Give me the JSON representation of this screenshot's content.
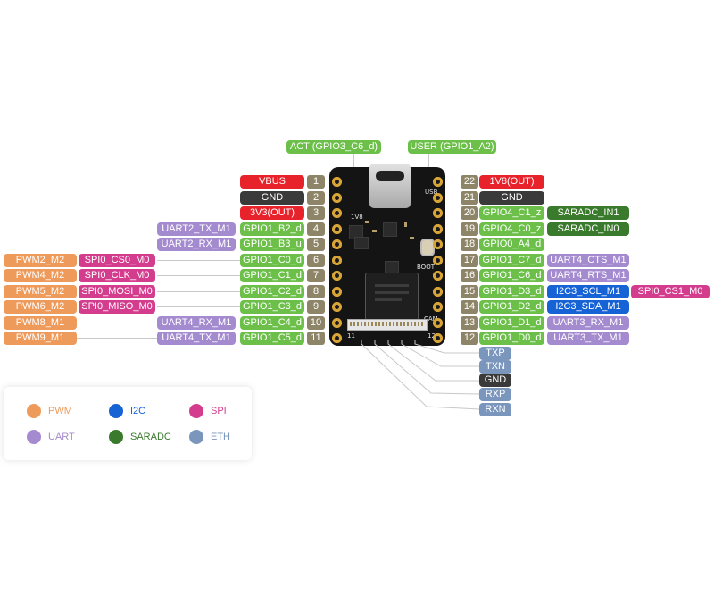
{
  "colors": {
    "power_red": "#e8222b",
    "gnd_black": "#3a3a3a",
    "gpio_green": "#6cc04a",
    "pwm": "#ee9a5a",
    "i2c": "#1663d6",
    "spi": "#d43d8e",
    "uart": "#a48bcf",
    "saradc": "#3a7a2c",
    "eth": "#7a96bd",
    "pin_number": "#8e8568"
  },
  "top_labels": {
    "act": "ACT (GPIO3_C6_d)",
    "user": "USER (GPIO1_A2)"
  },
  "left_pins": [
    {
      "num": "1",
      "gpio": "VBUS",
      "kind": "power"
    },
    {
      "num": "2",
      "gpio": "GND",
      "kind": "gnd"
    },
    {
      "num": "3",
      "gpio": "3V3(OUT)",
      "kind": "power"
    },
    {
      "num": "4",
      "gpio": "GPIO1_B2_d",
      "kind": "gpio",
      "f1": "UART2_TX_M1"
    },
    {
      "num": "5",
      "gpio": "GPIO1_B3_u",
      "kind": "gpio",
      "f1": "UART2_RX_M1"
    },
    {
      "num": "6",
      "gpio": "GPIO1_C0_d",
      "kind": "gpio",
      "f1": "SPI0_CS0_M0",
      "f2": "PWM2_M2"
    },
    {
      "num": "7",
      "gpio": "GPIO1_C1_d",
      "kind": "gpio",
      "f1": "SPI0_CLK_M0",
      "f2": "PWM4_M2"
    },
    {
      "num": "8",
      "gpio": "GPIO1_C2_d",
      "kind": "gpio",
      "f1": "SPI0_MOSI_M0",
      "f2": "PWM5_M2"
    },
    {
      "num": "9",
      "gpio": "GPIO1_C3_d",
      "kind": "gpio",
      "f1": "SPI0_MISO_M0",
      "f2": "PWM6_M2"
    },
    {
      "num": "10",
      "gpio": "GPIO1_C4_d",
      "kind": "gpio",
      "f1": "UART4_RX_M1",
      "f2": "PWM8_M1"
    },
    {
      "num": "11",
      "gpio": "GPIO1_C5_d",
      "kind": "gpio",
      "f1": "UART4_TX_M1",
      "f2": "PWM9_M1"
    }
  ],
  "right_pins": [
    {
      "num": "22",
      "gpio": "1V8(OUT)",
      "kind": "power"
    },
    {
      "num": "21",
      "gpio": "GND",
      "kind": "gnd"
    },
    {
      "num": "20",
      "gpio": "GPIO4_C1_z",
      "kind": "gpio",
      "f1": "SARADC_IN1"
    },
    {
      "num": "19",
      "gpio": "GPIO4_C0_z",
      "kind": "gpio",
      "f1": "SARADC_IN0"
    },
    {
      "num": "18",
      "gpio": "GPIO0_A4_d",
      "kind": "gpio"
    },
    {
      "num": "17",
      "gpio": "GPIO1_C7_d",
      "kind": "gpio",
      "f1": "UART4_CTS_M1"
    },
    {
      "num": "16",
      "gpio": "GPIO1_C6_d",
      "kind": "gpio",
      "f1": "UART4_RTS_M1"
    },
    {
      "num": "15",
      "gpio": "GPIO1_D3_d",
      "kind": "gpio",
      "f1": "I2C3_SCL_M1",
      "f2": "SPI0_CS1_M0"
    },
    {
      "num": "14",
      "gpio": "GPIO1_D2_d",
      "kind": "gpio",
      "f1": "I2C3_SDA_M1"
    },
    {
      "num": "13",
      "gpio": "GPIO1_D1_d",
      "kind": "gpio",
      "f1": "UART3_RX_M1"
    },
    {
      "num": "12",
      "gpio": "GPIO1_D0_d",
      "kind": "gpio",
      "f1": "UART3_TX_M1"
    }
  ],
  "eth_pins": [
    "TXP",
    "TXN",
    "GND",
    "RXP",
    "RXN"
  ],
  "board": {
    "silk_1v8": "1V8",
    "silk_usb": "USB",
    "silk_boot": "BOOT",
    "silk_cam": "CAM",
    "silk_11": "11",
    "silk_12": "12"
  },
  "legend": [
    {
      "label": "PWM",
      "color": "#ee9a5a"
    },
    {
      "label": "I2C",
      "color": "#1663d6"
    },
    {
      "label": "SPI",
      "color": "#d43d8e"
    },
    {
      "label": "UART",
      "color": "#a48bcf"
    },
    {
      "label": "SARADC",
      "color": "#3a7a2c"
    },
    {
      "label": "ETH",
      "color": "#7a96bd"
    }
  ]
}
